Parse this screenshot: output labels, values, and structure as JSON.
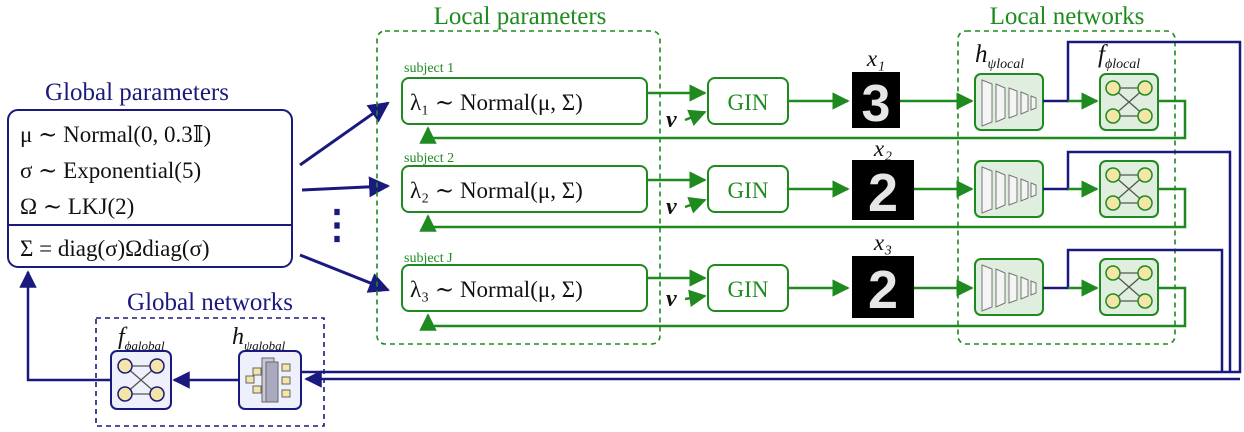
{
  "global_params": {
    "title": "Global parameters",
    "priors": [
      "μ ∼ Normal(0, 0.3𝕀)",
      "σ ∼ Exponential(5)",
      "Ω ∼ LKJ(2)"
    ],
    "derived": "Σ = diag(σ)Ωdiag(σ)"
  },
  "local_params": {
    "title": "Local parameters",
    "subjects": [
      {
        "label": "subject 1",
        "formula": "λ₁ ∼ Normal(μ, Σ)"
      },
      {
        "label": "subject 2",
        "formula": "λ₂ ∼ Normal(μ, Σ)"
      },
      {
        "label": "subject J",
        "formula": "λ₃ ∼ Normal(μ, Σ)"
      }
    ]
  },
  "nu_symbol": "ν",
  "gin_label": "GIN",
  "samples": [
    "x₁",
    "x₂",
    "x₃"
  ],
  "sample_digits": [
    "3",
    "2",
    "2"
  ],
  "local_networks": {
    "title": "Local networks",
    "h_label": "h",
    "h_sub": "ψlocal",
    "f_label": "f",
    "f_sub": "ϕlocal"
  },
  "global_networks": {
    "title": "Global networks",
    "f_label": "f",
    "f_sub": "ϕglobal",
    "h_label": "h",
    "h_sub": "ψglobal"
  },
  "ellipsis": "⋮",
  "colors": {
    "navy": "#1a1a7e",
    "green": "#1f8a1f",
    "node_fill": "#f5e6a8",
    "panel_fill": "#dfeede"
  }
}
